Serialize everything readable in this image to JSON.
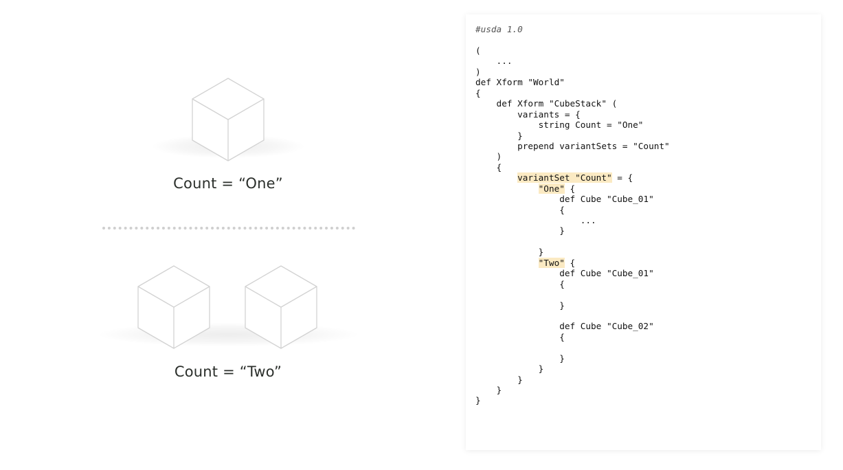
{
  "captions": {
    "one": "Count = “One”",
    "two": "Count = “Two”"
  },
  "colors": {
    "cube_stroke": "#d2d2d2",
    "highlight": "#fbeac3",
    "caption_text": "#2b2f2b"
  },
  "code": {
    "header": "#usda 1.0",
    "lines": [
      [
        {
          "t": "("
        }
      ],
      [
        {
          "t": "    ..."
        }
      ],
      [
        {
          "t": ")"
        }
      ],
      [
        {
          "t": "def Xform \"World\""
        }
      ],
      [
        {
          "t": "{"
        }
      ],
      [
        {
          "t": "    def Xform \"CubeStack\" ("
        }
      ],
      [
        {
          "t": "        variants = {"
        }
      ],
      [
        {
          "t": "            string Count = \"One\""
        }
      ],
      [
        {
          "t": "        }"
        }
      ],
      [
        {
          "t": "        prepend variantSets = \"Count\""
        }
      ],
      [
        {
          "t": "    )"
        }
      ],
      [
        {
          "t": "    {"
        }
      ],
      [
        {
          "t": "        "
        },
        {
          "t": "variantSet \"Count\"",
          "hl": true
        },
        {
          "t": " = {"
        }
      ],
      [
        {
          "t": "            "
        },
        {
          "t": "\"One\"",
          "hl": true
        },
        {
          "t": " {"
        }
      ],
      [
        {
          "t": "                def Cube \"Cube_01\""
        }
      ],
      [
        {
          "t": "                {"
        }
      ],
      [
        {
          "t": "                    ..."
        }
      ],
      [
        {
          "t": "                }"
        }
      ],
      [
        {
          "t": ""
        }
      ],
      [
        {
          "t": "            }"
        }
      ],
      [
        {
          "t": "            "
        },
        {
          "t": "\"Two\"",
          "hl": true
        },
        {
          "t": " {"
        }
      ],
      [
        {
          "t": "                def Cube \"Cube_01\""
        }
      ],
      [
        {
          "t": "                {"
        }
      ],
      [
        {
          "t": ""
        }
      ],
      [
        {
          "t": "                }"
        }
      ],
      [
        {
          "t": ""
        }
      ],
      [
        {
          "t": "                def Cube \"Cube_02\""
        }
      ],
      [
        {
          "t": "                {"
        }
      ],
      [
        {
          "t": ""
        }
      ],
      [
        {
          "t": "                }"
        }
      ],
      [
        {
          "t": "            }"
        }
      ],
      [
        {
          "t": "        }"
        }
      ],
      [
        {
          "t": "    }"
        }
      ],
      [
        {
          "t": "}"
        }
      ]
    ]
  }
}
